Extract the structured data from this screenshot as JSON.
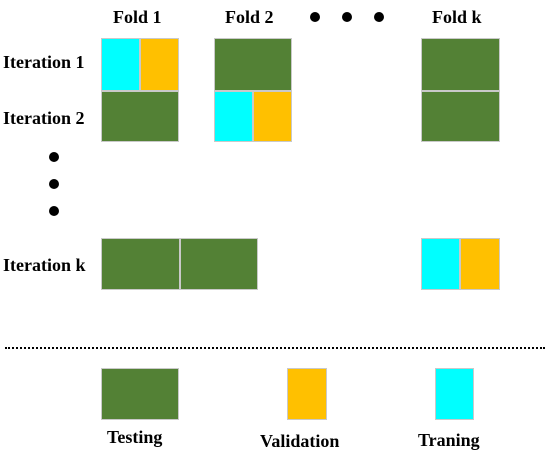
{
  "colors": {
    "testing": "#538135",
    "validation": "#ffc000",
    "training": "#00ffff",
    "cell_border": "#c9c9c9"
  },
  "folds": {
    "fold_1": "Fold 1",
    "fold_2": "Fold 2",
    "fold_k": "Fold k"
  },
  "iterations": {
    "iteration_1": "Iteration 1",
    "iteration_2": "Iteration 2",
    "iteration_k": "Iteration k"
  },
  "legend": {
    "testing": "Testing",
    "validation": "Validation",
    "training": "Traning"
  }
}
